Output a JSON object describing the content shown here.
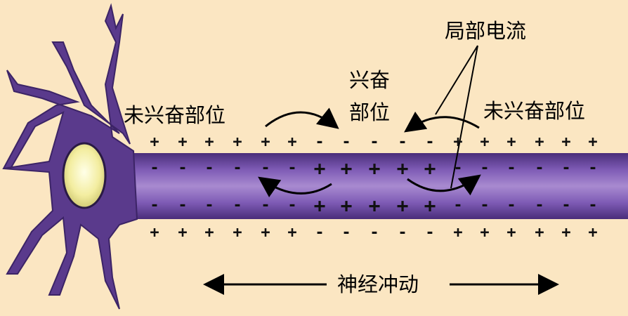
{
  "labels": {
    "unexcited_left": "未兴奋部位",
    "excited_line1": "兴奋",
    "excited_line2": "部位",
    "local_current": "局部电流",
    "unexcited_right": "未兴奋部位",
    "nerve_impulse": "神经冲动"
  },
  "symbols": {
    "plus": "+",
    "minus": "-"
  },
  "colors": {
    "background": "#fbe6c2",
    "neuron": "#5a3a8c",
    "axon_core": "#7a5ab0",
    "nucleus": "#f4f0a8"
  }
}
